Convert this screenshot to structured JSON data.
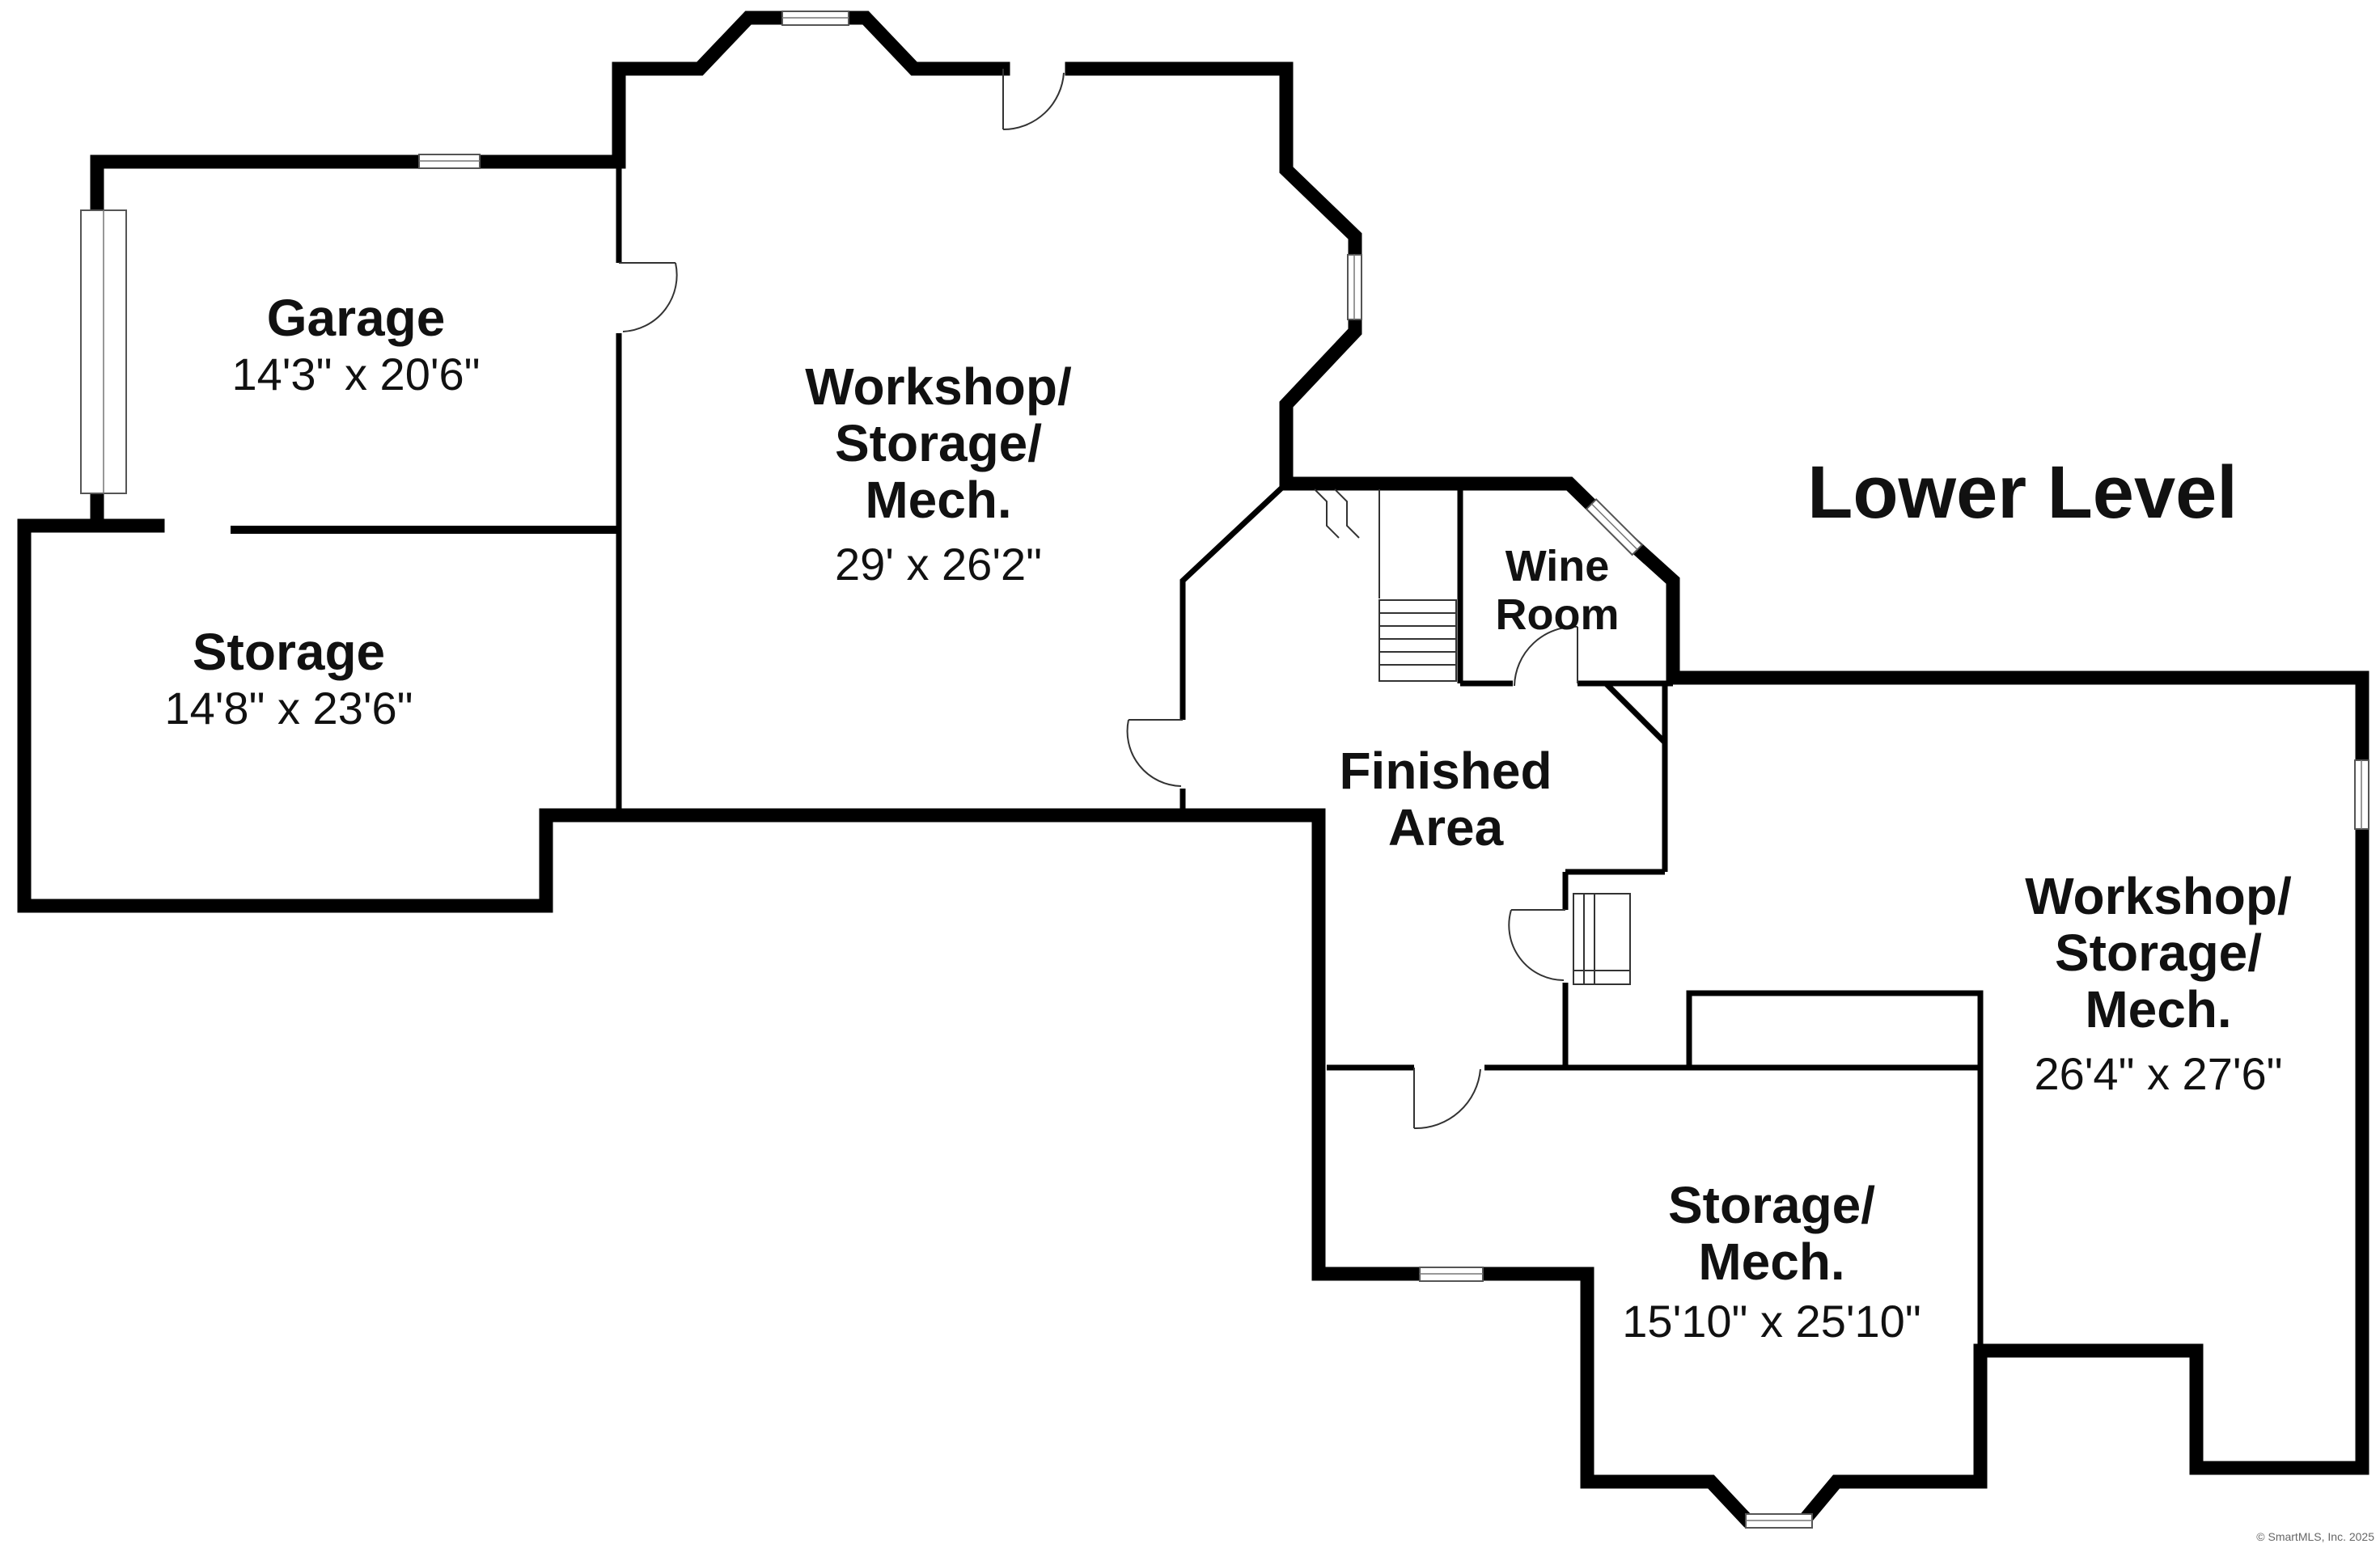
{
  "plan": {
    "level_title": "Lower Level",
    "copyright": "© SmartMLS, Inc. 2025",
    "rooms": [
      {
        "name_lines": [
          "Garage"
        ],
        "dims": "14'3\" x 20'6\""
      },
      {
        "name_lines": [
          "Storage"
        ],
        "dims": "14'8\" x 23'6\""
      },
      {
        "name_lines": [
          "Workshop/",
          "Storage/",
          "Mech."
        ],
        "dims": "29' x 26'2\""
      },
      {
        "name_lines": [
          "Wine",
          "Room"
        ],
        "dims": ""
      },
      {
        "name_lines": [
          "Finished",
          "Area"
        ],
        "dims": ""
      },
      {
        "name_lines": [
          "Workshop/",
          "Storage/",
          "Mech."
        ],
        "dims": "26'4\" x 27'6\""
      },
      {
        "name_lines": [
          "Storage/",
          "Mech."
        ],
        "dims": "15'10\" x 25'10\""
      }
    ]
  }
}
